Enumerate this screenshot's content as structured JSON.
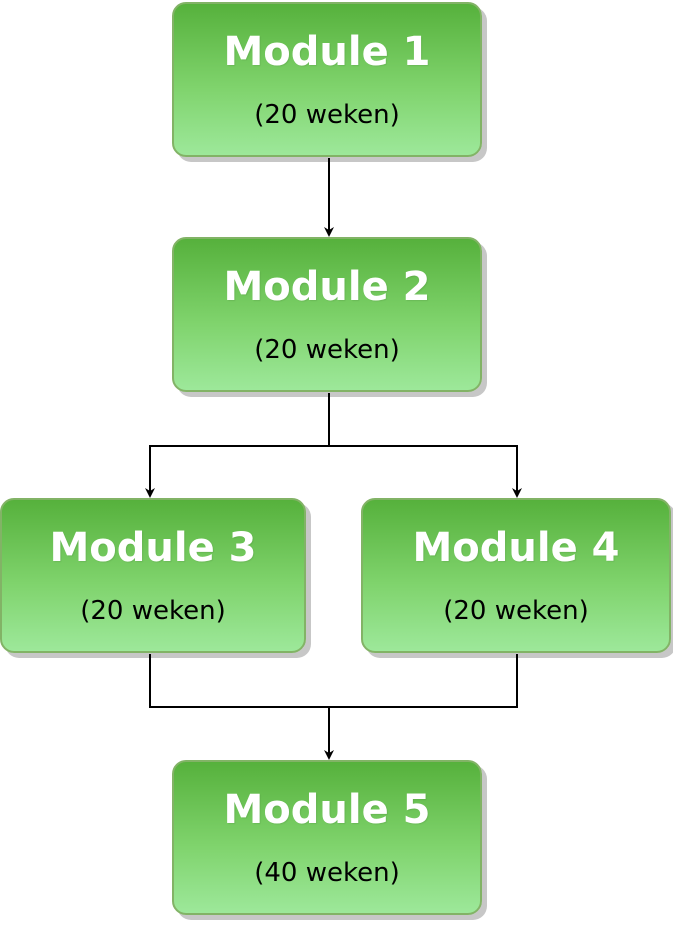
{
  "modules": [
    {
      "id": "m1",
      "title": "Module 1",
      "duration": "(20 weken)"
    },
    {
      "id": "m2",
      "title": "Module 2",
      "duration": "(20 weken)"
    },
    {
      "id": "m3",
      "title": "Module 3",
      "duration": "(20 weken)"
    },
    {
      "id": "m4",
      "title": "Module 4",
      "duration": "(20 weken)"
    },
    {
      "id": "m5",
      "title": "Module 5",
      "duration": "(40 weken)"
    }
  ],
  "edges": [
    {
      "from": "m1",
      "to": "m2"
    },
    {
      "from": "m2",
      "to": "m3"
    },
    {
      "from": "m2",
      "to": "m4"
    },
    {
      "from": "m3",
      "to": "m5"
    },
    {
      "from": "m4",
      "to": "m5"
    }
  ],
  "colors": {
    "node_top": "#56b13c",
    "node_bottom": "#9de89a",
    "node_border": "#82b366",
    "title_text": "#ffffff",
    "duration_text": "#000000",
    "connector": "#000000"
  }
}
